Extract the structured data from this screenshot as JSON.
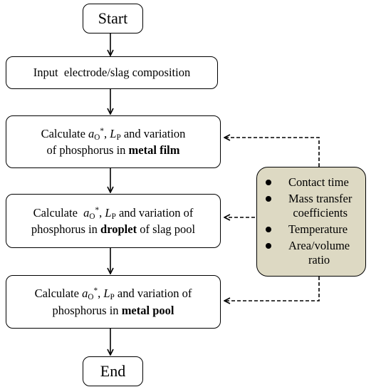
{
  "start_label": "Start",
  "end_label": "End",
  "input_step": "Input  electrode/slag composition",
  "steps": [
    {
      "calc_word": "Calculate",
      "symbol_a": "a",
      "symbol_a_sub": "O",
      "symbol_a_sup": "*",
      "symbol_l": "L",
      "symbol_l_sub": "P",
      "middle": " and variation",
      "line2_prefix": "of phosphorus in",
      "line2_bold": "metal film"
    },
    {
      "calc_word": "Calculate",
      "symbol_a": "a",
      "symbol_a_sub": "O",
      "symbol_a_sup": "*",
      "symbol_l": "L",
      "symbol_l_sub": "P",
      "middle": " and variation of",
      "line2_prefix": "phosphorus in",
      "line2_bold": "droplet",
      "line2_suffix": " of slag pool"
    },
    {
      "calc_word": "Calculate",
      "symbol_a": "a",
      "symbol_a_sub": "O",
      "symbol_a_sup": "*",
      "symbol_l": "L",
      "symbol_l_sub": "P",
      "middle": " and variation of",
      "line2_prefix": "phosphorus in",
      "line2_bold": "metal pool"
    }
  ],
  "parameters": [
    {
      "lines": [
        "Contact time"
      ]
    },
    {
      "lines": [
        "Mass transfer",
        "coefficients"
      ]
    },
    {
      "lines": [
        "Temperature"
      ]
    },
    {
      "lines": [
        "Area/volume",
        "ratio"
      ]
    }
  ],
  "colors": {
    "parameter_box_fill": "#ddd9c3",
    "stroke": "#000000"
  }
}
